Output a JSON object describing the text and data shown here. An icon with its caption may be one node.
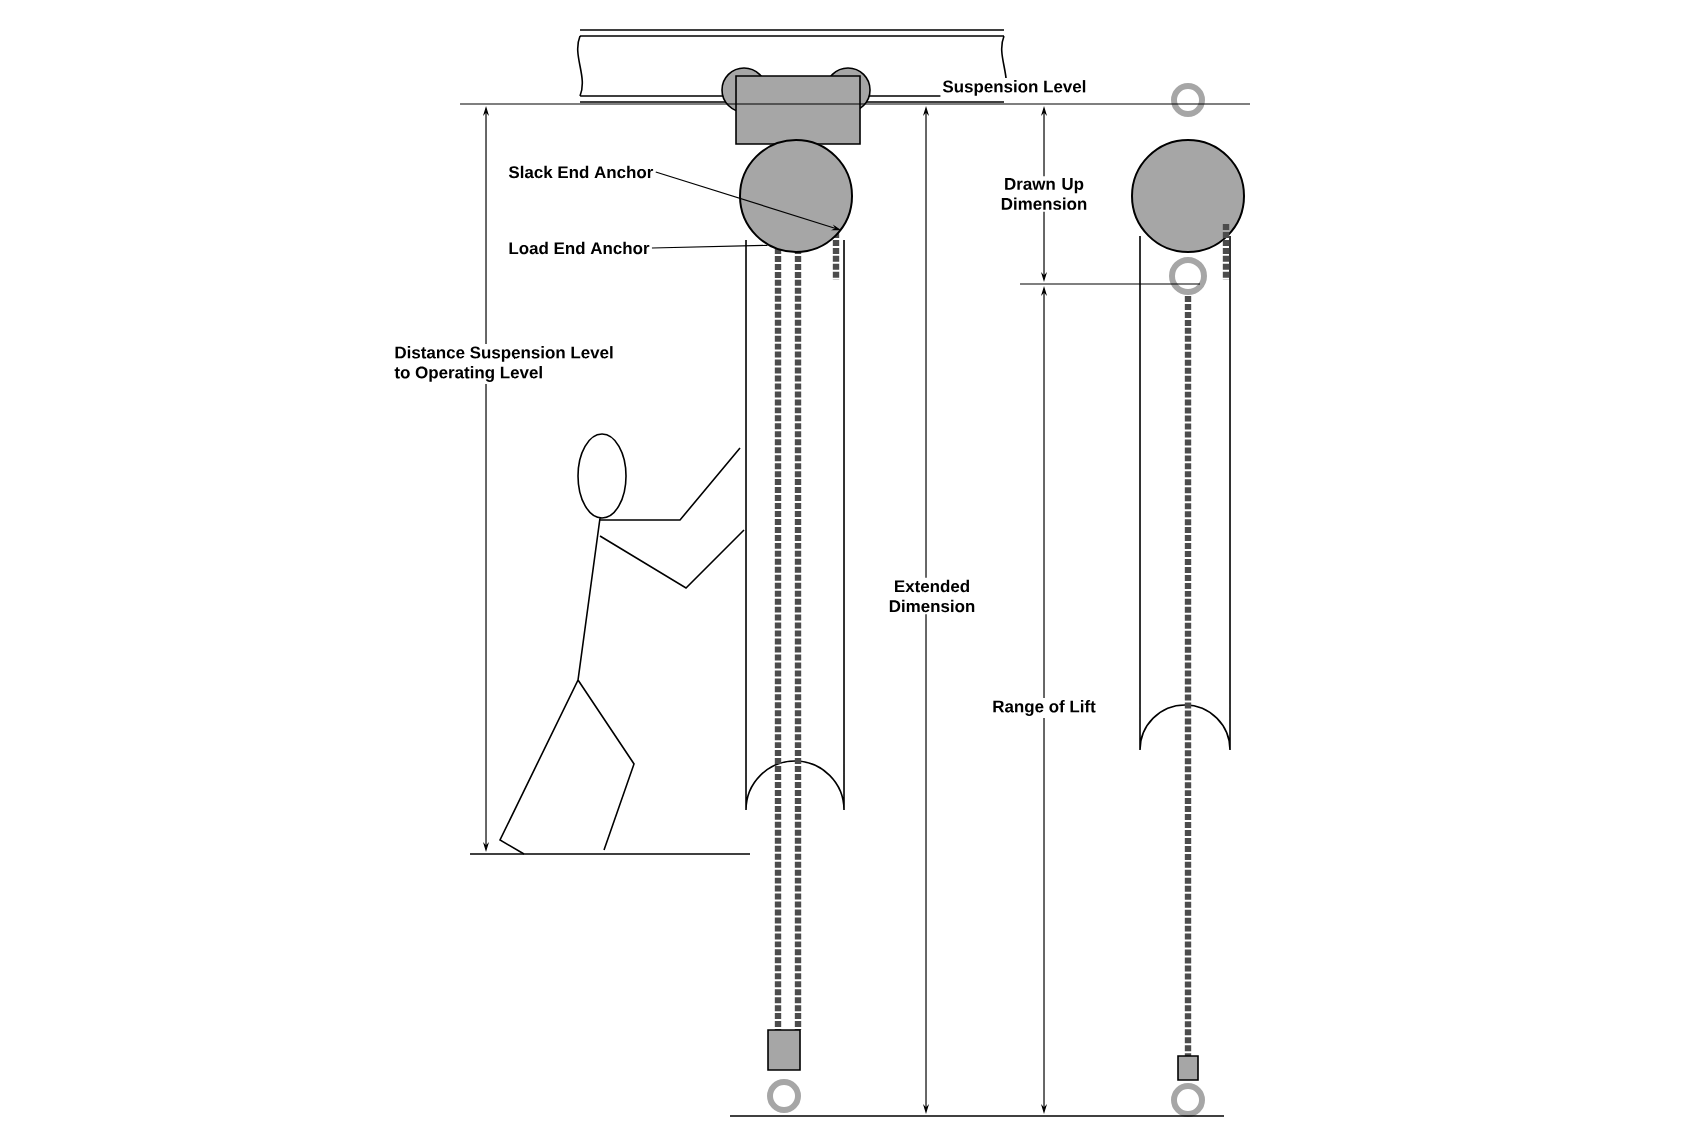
{
  "diagram": {
    "nodes": [
      {
        "text": [
          "Slack End Anchor"
        ]
      },
      {
        "text": [
          "Load End Anchor"
        ]
      },
      {
        "text": [],
        "shape": "circle"
      }
    ],
    "edges": [
      {
        "from": 0,
        "to": 2,
        "arrow": "to"
      },
      {
        "from": 1,
        "to": 2,
        "arrow": "none"
      }
    ],
    "labels": [
      "Suspension Level",
      "Drawn Up Dimension",
      "Distance Suspension Level to Operating Level",
      "Extended Dimension",
      "Range of Lift"
    ]
  }
}
